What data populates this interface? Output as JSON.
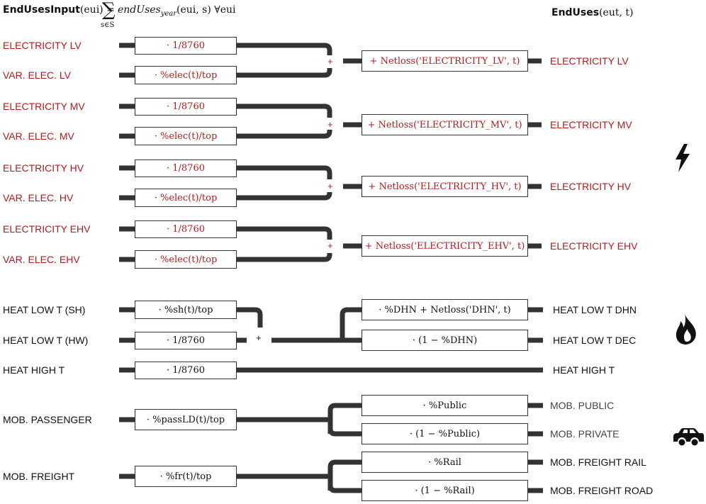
{
  "header": {
    "left_bold": "EndUsesInput",
    "left_arg": "(eui) = ",
    "sum_symbol": "∑",
    "sum_sub": "s∈S",
    "left_rest_main": "endUses",
    "left_rest_sub": "year",
    "left_rest_tail": "(eui, s) ∀eui",
    "right_bold": "EndUses",
    "right_arg": "(eut, t)"
  },
  "electricity": {
    "inputs": [
      "ELECTRICITY LV",
      "VAR. ELEC. LV",
      "ELECTRICITY MV",
      "VAR. ELEC. MV",
      "ELECTRICITY HV",
      "VAR. ELEC. HV",
      "ELECTRICITY EHV",
      "VAR. ELEC. EHV"
    ],
    "factor_const": "· 1/8760",
    "factor_var": "· %elec(t)/top",
    "plus": "+",
    "net_boxes": [
      "+ Netloss('ELECTRICITY_LV', t)",
      "+ Netloss('ELECTRICITY_MV', t)",
      "+ Netloss('ELECTRICITY_HV', t)",
      "+ Netloss('ELECTRICITY_EHV', t)"
    ],
    "outputs": [
      "ELECTRICITY LV",
      "ELECTRICITY MV",
      "ELECTRICITY HV",
      "ELECTRICITY EHV"
    ]
  },
  "heat": {
    "inputs": [
      "HEAT LOW T (SH)",
      "HEAT LOW T (HW)",
      "HEAT HIGH T"
    ],
    "factors": [
      "· %sh(t)/top",
      "· 1/8760",
      "· 1/8760"
    ],
    "plus": "+",
    "out_boxes": [
      "· %DHN + Netloss('DHN', t)",
      "· (1 − %DHN)"
    ],
    "outputs": [
      "HEAT LOW T DHN",
      "HEAT LOW T DEC",
      "HEAT HIGH T"
    ]
  },
  "mobility": {
    "inputs": [
      "MOB. PASSENGER",
      "MOB. FREIGHT"
    ],
    "factors": [
      "· %passLD(t)/top",
      "· %fr(t)/top"
    ],
    "out_boxes": [
      "· %Public",
      "· (1 − %Public)",
      "· %Rail",
      "· (1 − %Rail)"
    ],
    "outputs": [
      "MOB. PUBLIC",
      "MOB. PRIVATE",
      "MOB. FREIGHT RAIL",
      "MOB. FREIGHT ROAD"
    ]
  },
  "icons": [
    "lightning-icon",
    "flame-icon",
    "car-icon"
  ],
  "colors": {
    "input_red": "#b5191c",
    "line": "#333333"
  }
}
